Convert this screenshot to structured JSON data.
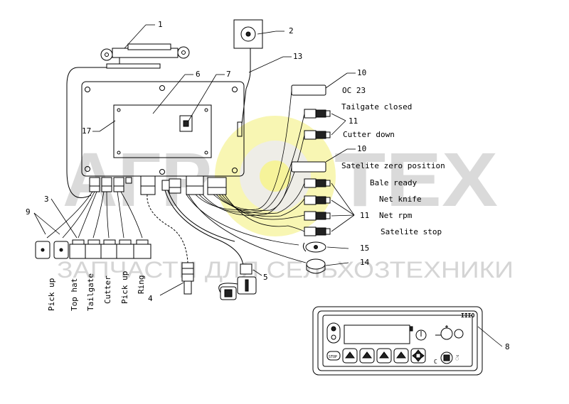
{
  "watermark": {
    "big_left": "АГР",
    "big_right": "ТЕХ",
    "subtitle": "ЗАПЧАСТИ ДЛЯ СЕЛЬХОЗТЕХНИКИ",
    "colors": {
      "text": "#d9d9d9",
      "gear": "#f5f28a"
    }
  },
  "callouts": {
    "c1": "1",
    "c2": "2",
    "c3": "3",
    "c4": "4",
    "c5": "5",
    "c6": "6",
    "c7": "7",
    "c8": "8",
    "c9": "9",
    "c10a": "10",
    "c10b": "10",
    "c11a": "11",
    "c11b": "11",
    "c13": "13",
    "c14": "14",
    "c15": "15",
    "c17": "17"
  },
  "sensor_labels": {
    "oc23": "OC 23",
    "tailgate_closed": "Tailgate closed",
    "cutter_down": "Cutter down",
    "satelite_zero": "Satelite zero position",
    "bale_ready": "Bale ready",
    "net_knife": "Net knife",
    "net_rpm": "Net rpm",
    "satelite_stop": "Satelite stop"
  },
  "bottom_labels": {
    "pick_up_1": "Pick up",
    "top_hat": "Top hat",
    "tailgate": "Tailgate",
    "cutter": "Cutter",
    "pick_up_2": "Pick up",
    "ring": "Ring"
  },
  "control_panel": {
    "brand_mark": "IIIO",
    "stop_label": "STOP",
    "letter_c": "C"
  }
}
